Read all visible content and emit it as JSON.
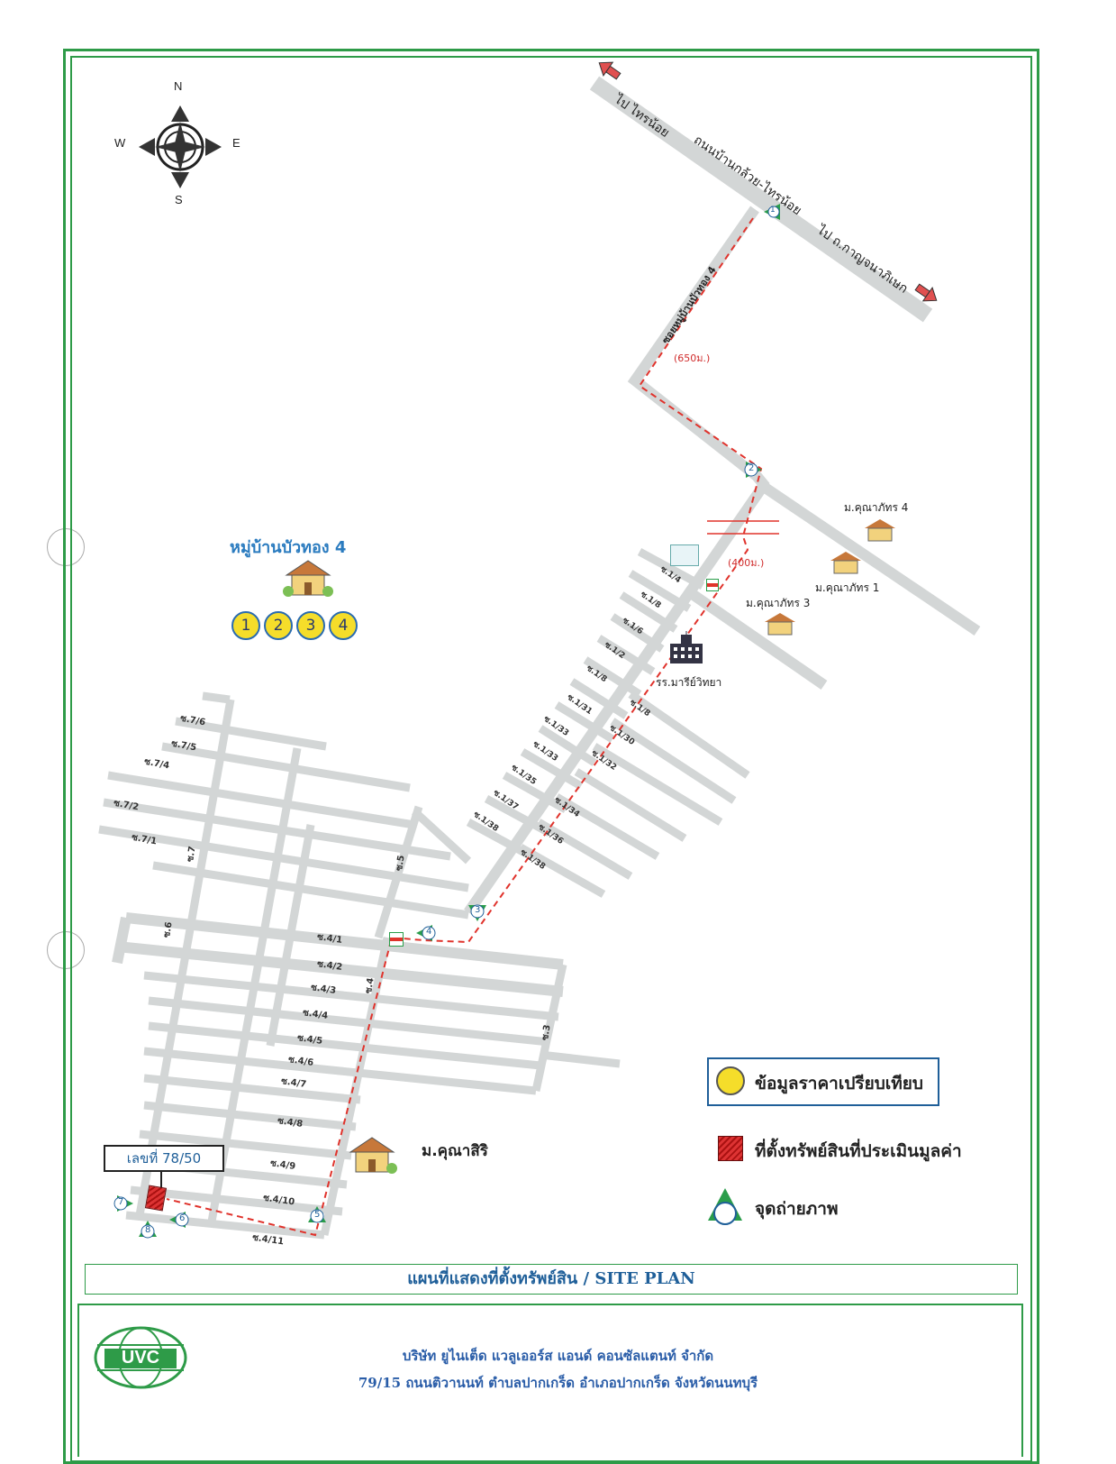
{
  "compass": {
    "n": "N",
    "s": "S",
    "e": "E",
    "w": "W"
  },
  "main_road": {
    "name": "ถนนบ้านกล้วย-ไทรน้อย",
    "to_north": "ไป ไทรน้อย",
    "to_south": "ไป ถ.กาญจนาภิเษก"
  },
  "soi_name": "ซอยหมู่บ้านบัวทอง 4",
  "distance_1": "(650ม.)",
  "distance_2": "(400ม.)",
  "village_title": "หมู่บ้านบัวทอง 4",
  "comparables": [
    "1",
    "2",
    "3",
    "4"
  ],
  "places": {
    "kunaphat4": "ม.คุณาภัทร 4",
    "kunaphat1": "ม.คุณาภัทร 1",
    "kunaphat3": "ม.คุณาภัทร 3",
    "school": "รร.มารีย์วิทยา",
    "kunasiri": "ม.คุณาสิริ"
  },
  "photo_points": [
    "1",
    "2",
    "3",
    "4",
    "5",
    "6",
    "7",
    "8"
  ],
  "plot_label": "เลขที่ 78/50",
  "soi_labels_east": [
    "ซ.1/4",
    "ซ.1/8",
    "ซ.1/6",
    "ซ.1/2",
    "ซ.1/8",
    "ซ.1/31",
    "ซ.1/33",
    "ซ.1/33",
    "ซ.1/35",
    "ซ.1/37",
    "ซ.1/38"
  ],
  "soi_labels_east2": [
    "ซ.1/8",
    "ซ.1/30",
    "ซ.1/32",
    "ซ.1/34",
    "ซ.1/36",
    "ซ.1/38"
  ],
  "soi_labels_west": [
    "ซ.7/6",
    "ซ.7/5",
    "ซ.7/4",
    "ซ.7/2",
    "ซ.7/1"
  ],
  "soi_labels_4": [
    "ซ.4/1",
    "ซ.4/2",
    "ซ.4/3",
    "ซ.4/4",
    "ซ.4/5",
    "ซ.4/6",
    "ซ.4/7",
    "ซ.4/8",
    "ซ.4/9",
    "ซ.4/10",
    "ซ.4/11"
  ],
  "soi_main": {
    "s7": "ซ.7",
    "s6": "ซ.6",
    "s5": "ซ.5",
    "s4": "ซ.4",
    "s3": "ซ.3"
  },
  "legend": {
    "comparable": "ข้อมูลราคาเปรียบเทียบ",
    "subject": "ที่ตั้งทรัพย์สินที่ประเมินมูลค่า",
    "photo": "จุดถ่ายภาพ"
  },
  "title": "แผนที่แสดงที่ตั้งทรัพย์สิน / SITE PLAN",
  "company": {
    "logo": "UVC",
    "name": "บริษัท ยูไนเต็ด แวลูเออร์ส แอนด์ คอนซัลแตนท์ จำกัด",
    "address": "79/15 ถนนติวานนท์ ตำบลปากเกร็ด อำเภอปากเกร็ด จังหวัดนนทบุรี"
  },
  "colors": {
    "frame": "#2e9b48",
    "road": "#d3d6d6",
    "route": "#e0332c",
    "comparable": "#f5dd2a",
    "photo": "#2a9d4a"
  }
}
